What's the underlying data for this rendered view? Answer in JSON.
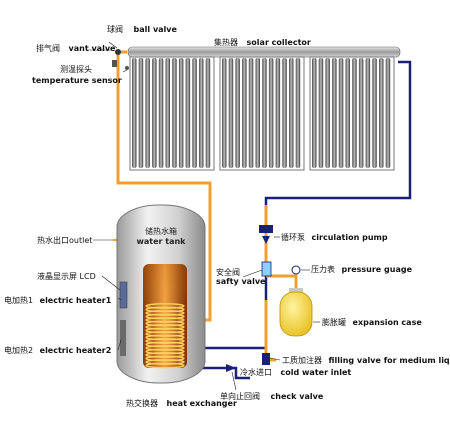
{
  "labels": {
    "ball_valve_cn": "球阀",
    "ball_valve_en": "ball valve",
    "vent_valve_cn": "排气阀",
    "vent_valve_en": "vant valve",
    "collector_cn": "集热器",
    "collector_en": "solar collector",
    "temp_sensor_cn": "测温探头",
    "temp_sensor_en": "temperature sensor",
    "hot_outlet": "热水出口outlet",
    "lcd": "液晶显示屏 LCD",
    "heater1_cn": "电加热1",
    "heater1_en": "electric heater1",
    "heater2_cn": "电加热2",
    "heater2_en": "electric heater2",
    "heat_exchanger_cn": "热交换器",
    "heat_exchanger_en": "heat exchanger",
    "check_valve_cn": "单向止回阀",
    "check_valve_en": "check valve",
    "cold_inlet_cn": "冷水进口",
    "cold_inlet_en": "cold water inlet",
    "filling_valve_cn": "工质加注器",
    "filling_valve_en": "filling valve for medium liquid",
    "expansion_cn": "膨胀罐",
    "expansion_en": "expansion case",
    "pressure_cn": "压力表",
    "pressure_en": "pressure guage",
    "safety_cn": "安全阀",
    "safety_en": "safty valve",
    "pump_cn": "循环泵",
    "pump_en": "circulation pump",
    "tank_cn": "储热水箱",
    "tank_en": "water tank"
  },
  "colors": {
    "pipe_hot": "#f0a030",
    "pipe_cold": "#1a1f7a",
    "tank_body": "#d8d8d8",
    "tank_core": "#e07a10",
    "expansion_tank": "#f6d84a"
  },
  "collector_panels": 3
}
